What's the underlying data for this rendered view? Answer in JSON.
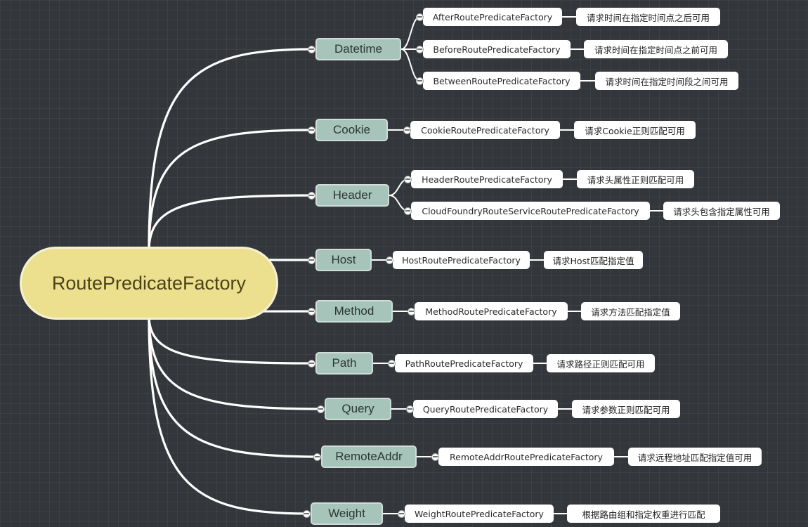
{
  "root": {
    "label": "RoutePredicateFactory"
  },
  "branches": [
    {
      "label": "Datetime",
      "children": [
        {
          "factory": "AfterRoutePredicateFactory",
          "desc": "请求时间在指定时间点之后可用"
        },
        {
          "factory": "BeforeRoutePredicateFactory",
          "desc": "请求时间在指定时间点之前可用"
        },
        {
          "factory": "BetweenRoutePredicateFactory",
          "desc": "请求时间在指定时间段之间可用"
        }
      ]
    },
    {
      "label": "Cookie",
      "children": [
        {
          "factory": "CookieRoutePredicateFactory",
          "desc": "请求Cookie正则匹配可用"
        }
      ]
    },
    {
      "label": "Header",
      "children": [
        {
          "factory": "HeaderRoutePredicateFactory",
          "desc": "请求头属性正则匹配可用"
        },
        {
          "factory": "CloudFoundryRouteServiceRoutePredicateFactory",
          "desc": "请求头包含指定属性可用"
        }
      ]
    },
    {
      "label": "Host",
      "children": [
        {
          "factory": "HostRoutePredicateFactory",
          "desc": "请求Host匹配指定值"
        }
      ]
    },
    {
      "label": "Method",
      "children": [
        {
          "factory": "MethodRoutePredicateFactory",
          "desc": "请求方法匹配指定值"
        }
      ]
    },
    {
      "label": "Path",
      "children": [
        {
          "factory": "PathRoutePredicateFactory",
          "desc": "请求路径正则匹配可用"
        }
      ]
    },
    {
      "label": "Query",
      "children": [
        {
          "factory": "QueryRoutePredicateFactory",
          "desc": "请求参数正则匹配可用"
        }
      ]
    },
    {
      "label": "RemoteAddr",
      "children": [
        {
          "factory": "RemoteAddrRoutePredicateFactory",
          "desc": "请求远程地址匹配指定值可用"
        }
      ]
    },
    {
      "label": "Weight",
      "children": [
        {
          "factory": "WeightRoutePredicateFactory",
          "desc": "根据路由组和指定权重进行匹配"
        }
      ]
    }
  ],
  "colors": {
    "background": "#33363b",
    "root": "#ece08f",
    "category": "#a6c4ba",
    "leaf": "#ffffff",
    "link": "#ffffff"
  }
}
